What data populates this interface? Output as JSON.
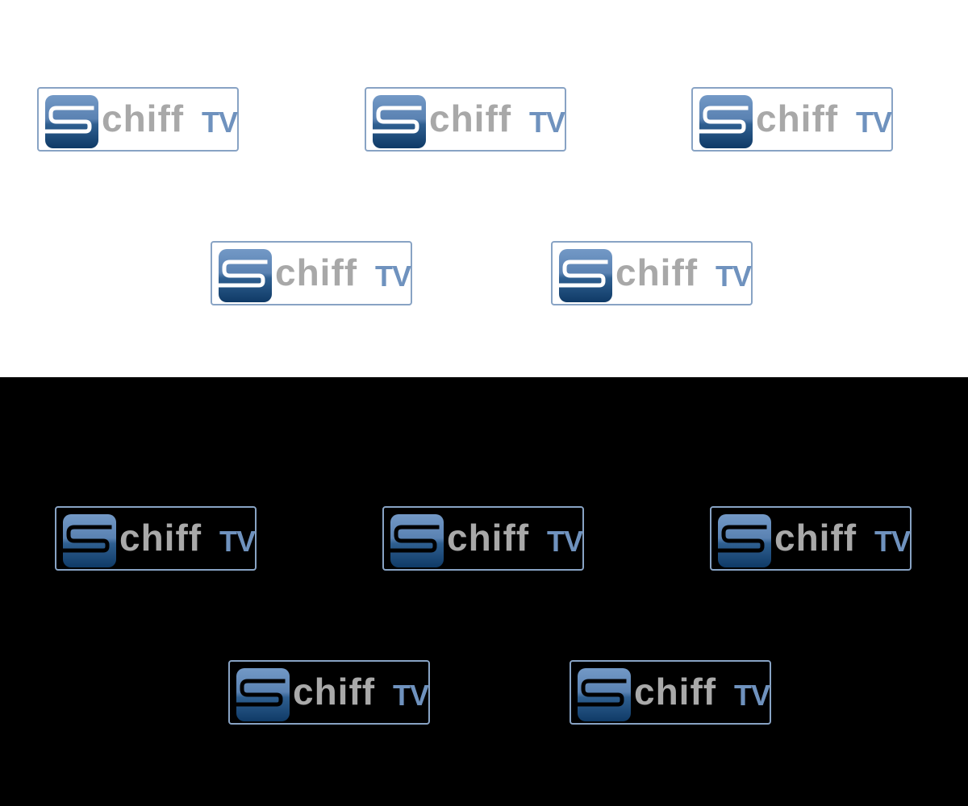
{
  "brand": {
    "name": "SchiffTV",
    "mark_letter": "S",
    "word_chiff": "chiff",
    "word_tv": "TV",
    "colors": {
      "mark_top": "#7399c6",
      "mark_bottom": "#0f3a66",
      "text_gray": "#a8a8a8",
      "text_blue": "#6f92be",
      "frame": "#88a3c4"
    }
  },
  "panels": [
    {
      "background": "#ffffff",
      "logos": 5
    },
    {
      "background": "#000000",
      "logos": 5
    }
  ]
}
